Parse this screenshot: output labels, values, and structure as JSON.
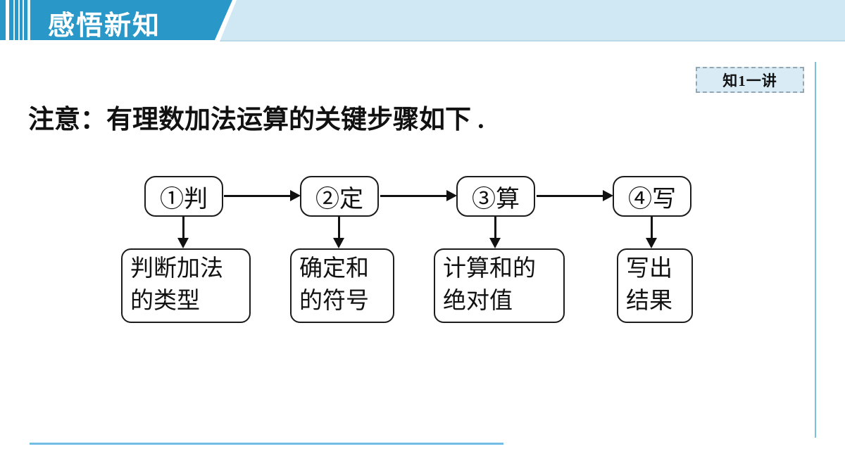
{
  "header": {
    "title": "感悟新知"
  },
  "badge": {
    "label": "知1一讲"
  },
  "note": {
    "text": "注意：有理数加法运算的关键步骤如下 ."
  },
  "flowchart": {
    "steps": [
      {
        "top_label": "①判",
        "desc_line1": "判断加法",
        "desc_line2": "的类型"
      },
      {
        "top_label": "②定",
        "desc_line1": "确定和",
        "desc_line2": "的符号"
      },
      {
        "top_label": "③算",
        "desc_line1": "计算和的",
        "desc_line2": "绝对值"
      },
      {
        "top_label": "④写",
        "desc_line1": "写出",
        "desc_line2": "结果"
      }
    ]
  },
  "colors": {
    "banner_blue": "#2997c8",
    "banner_light_blue": "#cfe8f4",
    "accent_line_blue": "#72bde6",
    "badge_background": "#d9ecf6",
    "diagram_ink": "#111111"
  }
}
